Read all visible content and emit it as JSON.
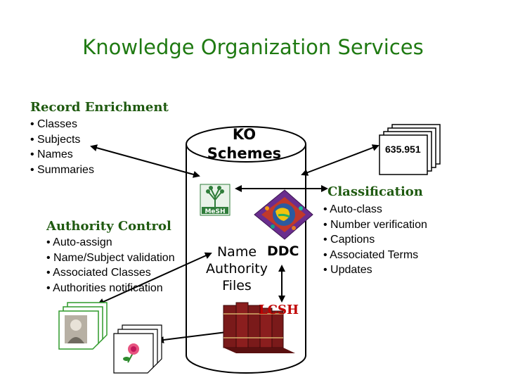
{
  "title": "Knowledge Organization Services",
  "record_enrichment": {
    "heading": "Record Enrichment",
    "items": [
      "• Classes",
      "• Subjects",
      "• Names",
      "• Summaries"
    ]
  },
  "authority_control": {
    "heading": "Authority Control",
    "items": [
      "• Auto-assign",
      "• Name/Subject validation",
      "• Associated Classes",
      "• Authorities notification"
    ]
  },
  "classification": {
    "heading": "Classification",
    "items": [
      "• Auto-class",
      "• Number verification",
      "• Captions",
      "• Associated Terms",
      "• Updates"
    ]
  },
  "cylinder": {
    "title_line1": "KO",
    "title_line2": "Schemes",
    "name_line1": "Name",
    "name_line2": "Authority",
    "name_line3": "Files",
    "ddc_label": "DDC",
    "lcsh_label": "LCSH",
    "mesh_label": "MeSH"
  },
  "class_number": "635.951",
  "colors": {
    "title": "#1f7a12",
    "heading": "#1f5a10",
    "lcsh": "#c00000",
    "book": "#7a1a1a",
    "mesh_green": "#2f7d3a"
  }
}
